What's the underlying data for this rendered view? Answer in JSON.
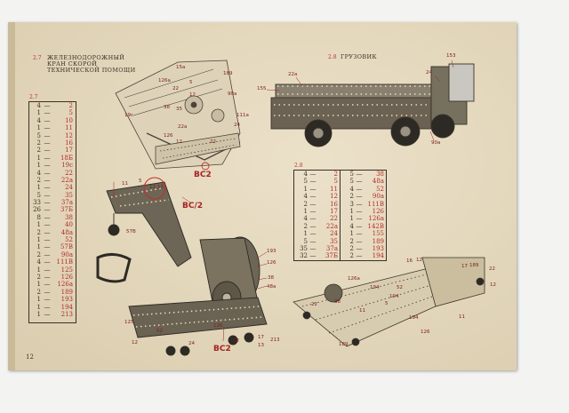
{
  "page": {
    "number": "12"
  },
  "sections": {
    "crane": {
      "num": "2.7",
      "title": [
        "ЖЕЛЕЗНОДОРОЖНЫЙ",
        "КРАН СКОРОЙ",
        "ТЕХНИЧЕСКОЙ ПОМОЩИ"
      ],
      "table_num": "2.7"
    },
    "truck": {
      "num": "2.8",
      "title": "ГРУЗОВИК",
      "table_num": "2.8"
    }
  },
  "crane_parts": [
    {
      "q": "4",
      "p": "2"
    },
    {
      "q": "1",
      "p": "5"
    },
    {
      "q": "4",
      "p": "10"
    },
    {
      "q": "1",
      "p": "11"
    },
    {
      "q": "5",
      "p": "12"
    },
    {
      "q": "2",
      "p": "16"
    },
    {
      "q": "2",
      "p": "17"
    },
    {
      "q": "1",
      "p": "18Б"
    },
    {
      "q": "1",
      "p": "19с"
    },
    {
      "q": "4",
      "p": "22"
    },
    {
      "q": "2",
      "p": "22а"
    },
    {
      "q": "1",
      "p": "24"
    },
    {
      "q": "5",
      "p": "35"
    },
    {
      "q": "33",
      "p": "37а"
    },
    {
      "q": "26",
      "p": "37Б"
    },
    {
      "q": "8",
      "p": "38"
    },
    {
      "q": "1",
      "p": "40"
    },
    {
      "q": "2",
      "p": "48а"
    },
    {
      "q": "1",
      "p": "52"
    },
    {
      "q": "1",
      "p": "57В"
    },
    {
      "q": "2",
      "p": "90а"
    },
    {
      "q": "4",
      "p": "111В"
    },
    {
      "q": "1",
      "p": "125"
    },
    {
      "q": "2",
      "p": "126"
    },
    {
      "q": "1",
      "p": "126а"
    },
    {
      "q": "2",
      "p": "189"
    },
    {
      "q": "1",
      "p": "193"
    },
    {
      "q": "1",
      "p": "194"
    },
    {
      "q": "1",
      "p": "213"
    }
  ],
  "truck_parts_left": [
    {
      "q": "4",
      "p": "2"
    },
    {
      "q": "5",
      "p": "5"
    },
    {
      "q": "1",
      "p": "11"
    },
    {
      "q": "4",
      "p": "12"
    },
    {
      "q": "2",
      "p": "16"
    },
    {
      "q": "1",
      "p": "17"
    },
    {
      "q": "4",
      "p": "22"
    },
    {
      "q": "2",
      "p": "22а"
    },
    {
      "q": "1",
      "p": "24"
    },
    {
      "q": "5",
      "p": "35"
    },
    {
      "q": "35",
      "p": "37а"
    },
    {
      "q": "32",
      "p": "37Б"
    }
  ],
  "truck_parts_right": [
    {
      "q": "5",
      "p": "38"
    },
    {
      "q": "5",
      "p": "48а"
    },
    {
      "q": "4",
      "p": "52"
    },
    {
      "q": "2",
      "p": "90а"
    },
    {
      "q": "3",
      "p": "111В"
    },
    {
      "q": "1",
      "p": "126"
    },
    {
      "q": "1",
      "p": "126а"
    },
    {
      "q": "4",
      "p": "142В"
    },
    {
      "q": "1",
      "p": "155"
    },
    {
      "q": "2",
      "p": "189"
    },
    {
      "q": "2",
      "p": "193"
    },
    {
      "q": "2",
      "p": "194"
    }
  ],
  "dash": "—",
  "callouts": {
    "crane_top": [
      "15а",
      "189",
      "126а",
      "5",
      "22",
      "12",
      "38",
      "90а",
      "111а",
      "24",
      "22а",
      "19с",
      "126",
      "12",
      "22",
      "35"
    ],
    "crane_main": {
      "bc2a": "ВС2",
      "bc2b": "ВС/2",
      "bc2c": "ВС2",
      "l11": "11",
      "l5": "5",
      "l12": "12",
      "l13": "13",
      "l57": "57В",
      "l193": "193",
      "l126": "126",
      "l48": "48а",
      "l38": "38",
      "l52": "52",
      "l24": "24",
      "l12b": "12",
      "l22": "22",
      "l17": "17",
      "l213": "213",
      "l13b": "13",
      "l126b": "126",
      "l125": "125"
    },
    "truck_top": {
      "l153": "153",
      "l24": "24",
      "l22a": "22а",
      "l155": "155",
      "l90": "90а"
    },
    "chassis": [
      "16",
      "12",
      "17",
      "189",
      "12",
      "22",
      "126а",
      "194",
      "52",
      "5",
      "194",
      "11",
      "126",
      "11",
      "189",
      "38",
      "194",
      "22"
    ]
  },
  "colors": {
    "paper": "#e8dcc0",
    "ink": "#3a3028",
    "red": "#c62a2a",
    "metal": "#5a5348"
  }
}
